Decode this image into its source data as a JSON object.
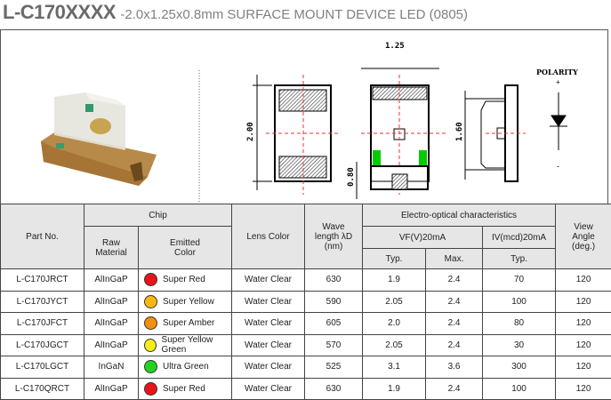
{
  "title": {
    "part": "L-C170XXXX",
    "desc": "-2.0x1.25x0.8mm SURFACE MOUNT DEVICE LED (0805)"
  },
  "drawing": {
    "dim_width": "1.25",
    "dim_length": "2.00",
    "dim_side": "1.60",
    "dim_height": "0.80",
    "polarity": "POLARITY",
    "plus": "+",
    "minus": "-"
  },
  "header": {
    "part_no": "Part No.",
    "chip": "Chip",
    "raw_material": "Raw Material",
    "emitted_color": "Emitted Color",
    "lens_color": "Lens Color",
    "wavelength": "Wave length λD (nm)",
    "electro": "Electro-optical characteristics",
    "vf": "VF(V)20mA",
    "iv": "IV(mcd)20mA",
    "typ": "Typ.",
    "max": "Max.",
    "typ2": "Typ.",
    "view_angle": "View Angle (deg.)"
  },
  "rows": [
    {
      "part": "L-C170JRCT",
      "raw": "AlInGaP",
      "color": "Super Red",
      "dot": "#e8141a",
      "lens": "Water Clear",
      "wl": "630",
      "vf_typ": "1.9",
      "vf_max": "2.4",
      "iv": "70",
      "angle": "120"
    },
    {
      "part": "L-C170JYCT",
      "raw": "AlInGaP",
      "color": "Super Yellow",
      "dot": "#f9b90f",
      "lens": "Water Clear",
      "wl": "590",
      "vf_typ": "2.05",
      "vf_max": "2.4",
      "iv": "100",
      "angle": "120"
    },
    {
      "part": "L-C170JFCT",
      "raw": "AlInGaP",
      "color": "Super Amber",
      "dot": "#f4900f",
      "lens": "Water Clear",
      "wl": "605",
      "vf_typ": "2.0",
      "vf_max": "2.4",
      "iv": "80",
      "angle": "120"
    },
    {
      "part": "L-C170JGCT",
      "raw": "AlInGaP",
      "color": "Super Yellow Green",
      "dot": "#f6ee14",
      "lens": "Water Clear",
      "wl": "570",
      "vf_typ": "2.05",
      "vf_max": "2.4",
      "iv": "30",
      "angle": "120"
    },
    {
      "part": "L-C170LGCT",
      "raw": "InGaN",
      "color": "Ultra  Green",
      "dot": "#22d31f",
      "lens": "Water Clear",
      "wl": "525",
      "vf_typ": "3.1",
      "vf_max": "3.6",
      "iv": "300",
      "angle": "120"
    },
    {
      "part": "L-C170QRCT",
      "raw": "AlInGaP",
      "color": "Super Red",
      "dot": "#e8141a",
      "lens": "Water Clear",
      "wl": "630",
      "vf_typ": "1.9",
      "vf_max": "2.4",
      "iv": "100",
      "angle": "120"
    }
  ]
}
